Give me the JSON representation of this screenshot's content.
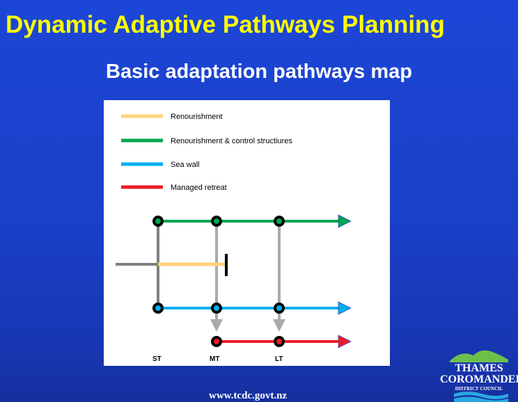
{
  "slide": {
    "title": "Dynamic Adaptive Pathways Planning",
    "subtitle": "Basic adaptation pathways map",
    "footer_url": "www.tcdc.govt.nz"
  },
  "legend": [
    {
      "label": "Renourishment",
      "color": "#ffd27a"
    },
    {
      "label": "Renourishment & control structiures",
      "color": "#00a650"
    },
    {
      "label": "Sea wall",
      "color": "#00aeef"
    },
    {
      "label": "Managed retreat",
      "color": "#ed1c24"
    }
  ],
  "time_labels": [
    "ST",
    "MT",
    "LT"
  ],
  "logo": {
    "line1": "THAMES",
    "line2": "COROMANDEL",
    "line3": "DISTRICT COUNCIL",
    "colors": {
      "hills": "#6cc04a",
      "water": "#29a8e0"
    }
  },
  "colors": {
    "background": "#1c46d6",
    "title": "#ffff00",
    "transfer_line": "#999999",
    "node": "#000000"
  }
}
